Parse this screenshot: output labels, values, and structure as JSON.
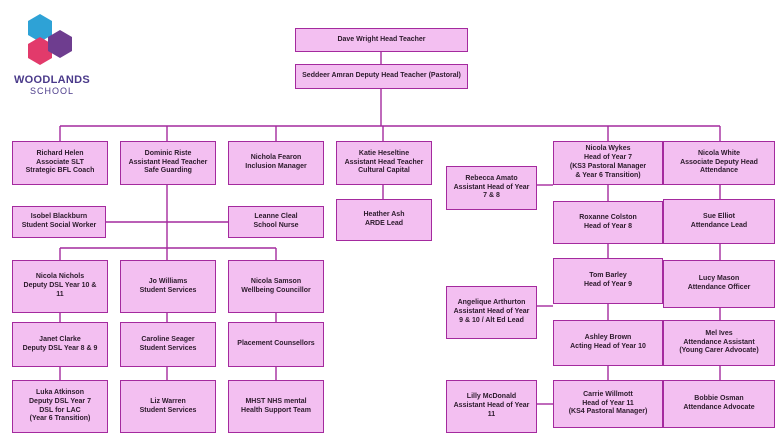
{
  "logo": {
    "name": "WOODLANDS",
    "subtitle": "SCHOOL"
  },
  "colors": {
    "box_fill": "#f3bff1",
    "box_border": "#a42a9e",
    "connector": "#a42a9e"
  },
  "chart": {
    "head": {
      "line1": "Dave Wright Head Teacher"
    },
    "deputy": {
      "line1": "Seddeer Amran Deputy Head Teacher (Pastoral)"
    },
    "richard": {
      "line1": "Richard Helen",
      "line2": "Associate SLT",
      "line3": "Strategic BFL Coach"
    },
    "dominic": {
      "line1": "Dominic Riste",
      "line2": "Assistant Head Teacher",
      "line3": "Safe Guarding"
    },
    "nichola": {
      "line1": "Nichola Fearon",
      "line2": "Inclusion Manager"
    },
    "katie": {
      "line1": "Katie Heseltine",
      "line2": "Assistant Head Teacher",
      "line3": "Cultural Capital"
    },
    "isobel": {
      "line1": "Isobel Blackburn",
      "line2": "Student Social Worker"
    },
    "leanne": {
      "line1": "Leanne Cleal",
      "line2": "School Nurse"
    },
    "heather": {
      "line1": "Heather Ash",
      "line2": "ARDE Lead"
    },
    "nicolaN": {
      "line1": "Nicola Nichols",
      "line2": "Deputy DSL Year 10 &",
      "line3": "11"
    },
    "jo": {
      "line1": "Jo Williams",
      "line2": "Student Services"
    },
    "nicolaS": {
      "line1": "Nicola Samson",
      "line2": "Wellbeing Councillor"
    },
    "janet": {
      "line1": "Janet Clarke",
      "line2": "Deputy DSL Year 8 & 9"
    },
    "caroline": {
      "line1": "Caroline Seager",
      "line2": "Student Services"
    },
    "placement": {
      "line1": "Placement Counsellors"
    },
    "luka": {
      "line1": "Luka Atkinson",
      "line2": "Deputy DSL Year 7",
      "line3": "DSL for LAC",
      "line4": "(Year 6 Transition)"
    },
    "liz": {
      "line1": "Liz Warren",
      "line2": "Student Services"
    },
    "mhst": {
      "line1": "MHST NHS mental",
      "line2": "Health Support Team"
    },
    "rebecca": {
      "line1": "Rebecca Amato",
      "line2": "Assistant Head of Year",
      "line3": "7 & 8"
    },
    "nicolaW": {
      "line1": "Nicola Wykes",
      "line2": "Head of Year 7",
      "line3": "(KS3 Pastoral Manager",
      "line4": "& Year 6 Transition)"
    },
    "roxanne": {
      "line1": "Roxanne Colston",
      "line2": "Head of Year 8"
    },
    "tom": {
      "line1": "Tom Barley",
      "line2": "Head of Year 9"
    },
    "angelique": {
      "line1": "Angelique Arthurton",
      "line2": "Assistant Head of Year",
      "line3": "9 & 10 / Alt Ed Lead"
    },
    "ashley": {
      "line1": "Ashley Brown",
      "line2": "Acting Head of Year 10"
    },
    "lilly": {
      "line1": "Lilly McDonald",
      "line2": "Assistant Head of Year",
      "line3": "11"
    },
    "carrie": {
      "line1": "Carrie Willmott",
      "line2": "Head of Year 11",
      "line3": "(KS4 Pastoral Manager)"
    },
    "nicolaWh": {
      "line1": "Nicola White",
      "line2": "Associate Deputy Head",
      "line3": "Attendance"
    },
    "sue": {
      "line1": "Sue Elliot",
      "line2": "Attendance Lead"
    },
    "lucy": {
      "line1": "Lucy Mason",
      "line2": "Attendance Officer"
    },
    "mel": {
      "line1": "Mel Ives",
      "line2": "Attendance Assistant",
      "line3": "(Young Carer Advocate)"
    },
    "bobbie": {
      "line1": "Bobbie Osman",
      "line2": "Attendance Advocate"
    }
  }
}
